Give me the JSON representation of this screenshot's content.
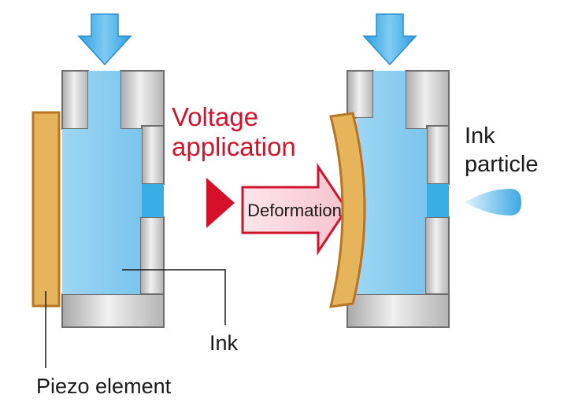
{
  "labels": {
    "voltage_line1": "Voltage",
    "voltage_line2": "application",
    "deformation": "Deformation",
    "ink_particle_line1": "Ink",
    "ink_particle_line2": "particle",
    "ink": "Ink",
    "piezo_element": "Piezo element"
  },
  "colors": {
    "press_arrow": "#4fb3ea",
    "ink": "#8fcdf1",
    "ink_channel": "#39aee6",
    "housing_grey": "#c9c9c9",
    "housing_stroke": "#6d6d6d",
    "piezo_fill": "#e6b45a",
    "piezo_stroke": "#b87424",
    "voltage_text": "#d0142c",
    "deformation_arrow_fill": "#fbd7df",
    "deformation_arrow_stroke": "#d0142c",
    "leader_line": "#1a1a1a"
  }
}
